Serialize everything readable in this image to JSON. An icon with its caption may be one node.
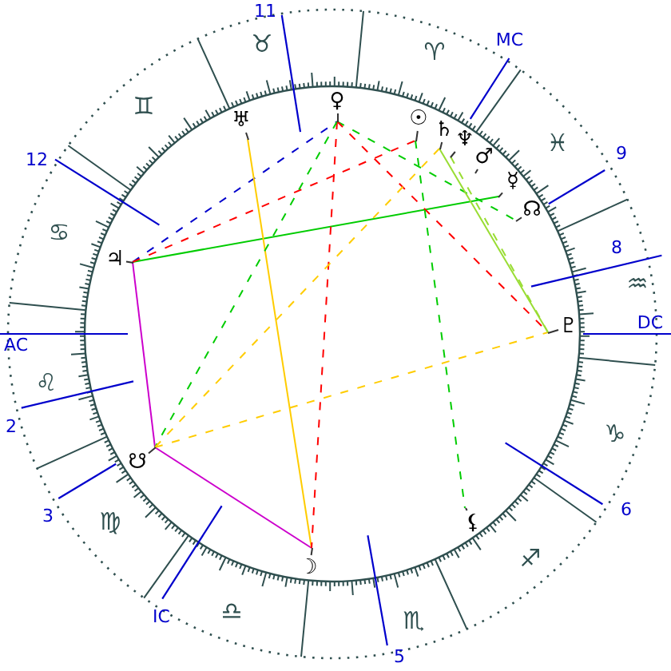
{
  "diagram": {
    "nodes": [
      {
        "text": [
          "♀"
        ]
      },
      {
        "text": [
          "☉"
        ]
      },
      {
        "text": [
          "♅"
        ]
      },
      {
        "text": [
          "♄"
        ]
      },
      {
        "text": [
          "♆"
        ]
      },
      {
        "text": [
          "☿"
        ]
      },
      {
        "text": [
          "☊"
        ]
      },
      {
        "text": [
          "♃"
        ]
      },
      {
        "text": [
          "♇"
        ]
      },
      {
        "text": [
          "☋"
        ]
      },
      {
        "text": [
          "⚸"
        ]
      },
      {
        "text": [
          "☽"
        ]
      }
    ],
    "edges": [
      {
        "from": 7,
        "to": 5,
        "arrow": "none",
        "color": "#00cc00"
      },
      {
        "from": 7,
        "to": 0,
        "arrow": "none",
        "style": "dashed",
        "color": "#0000cc"
      },
      {
        "from": 7,
        "to": 1,
        "arrow": "none",
        "style": "dashed",
        "color": "#ff0000"
      },
      {
        "from": 7,
        "to": 9,
        "arrow": "none",
        "color": "#cc00cc"
      },
      {
        "from": 9,
        "to": 11,
        "arrow": "none",
        "color": "#cc00cc"
      },
      {
        "from": 2,
        "to": 11,
        "arrow": "none",
        "color": "#ffcc00"
      },
      {
        "from": 0,
        "to": 11,
        "arrow": "none",
        "style": "dashed",
        "color": "#ff0000"
      },
      {
        "from": 0,
        "to": 9,
        "arrow": "none",
        "style": "dashed",
        "color": "#00cc00"
      },
      {
        "from": 0,
        "to": 6,
        "arrow": "none",
        "style": "dashed",
        "color": "#00cc00"
      },
      {
        "from": 0,
        "to": 8,
        "arrow": "none",
        "style": "dashed",
        "color": "#ff0000"
      },
      {
        "from": 1,
        "to": 10,
        "arrow": "none",
        "style": "dashed",
        "color": "#00cc00"
      },
      {
        "from": 3,
        "to": 9,
        "arrow": "none",
        "style": "dashed",
        "color": "#ffcc00"
      },
      {
        "from": 9,
        "to": 8,
        "arrow": "none",
        "style": "dashed",
        "color": "#ffcc00"
      },
      {
        "from": 3,
        "to": 8,
        "arrow": "none",
        "color": "#99dd33"
      },
      {
        "from": 4,
        "to": 8,
        "arrow": "none",
        "style": "dashed",
        "color": "#99dd33"
      }
    ],
    "labels": [
      "11",
      "♉",
      "♈",
      "MC",
      "♊",
      "♓",
      "9",
      "♂",
      "12",
      "♋",
      "8",
      "♒",
      "AC",
      "DC",
      "♌",
      "2",
      "♑",
      "3",
      "♍",
      "6",
      "♐",
      "IC",
      "♎",
      "♏",
      "5"
    ]
  }
}
